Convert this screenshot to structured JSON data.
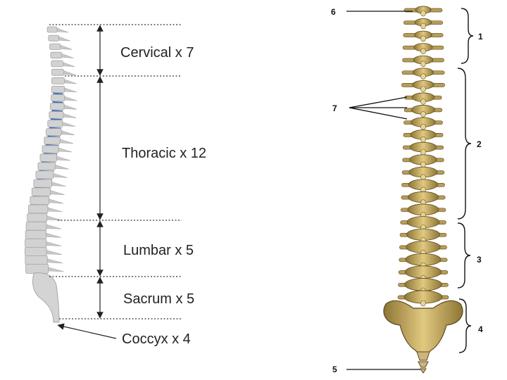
{
  "left_diagram": {
    "regions": [
      {
        "label": "Cervical x 7"
      },
      {
        "label": "Thoracic x 12"
      },
      {
        "label": "Lumbar x 5"
      },
      {
        "label": "Sacrum x 5"
      },
      {
        "label": "Coccyx x 4"
      }
    ]
  },
  "right_diagram": {
    "callouts": [
      "6",
      "7",
      "1",
      "2",
      "3",
      "4",
      "5"
    ]
  },
  "colors": {
    "bone_gray": "#c9c9c9",
    "disc_blue": "#3d6fc2",
    "bone_yellow": "#c8ac66",
    "bone_dark": "#6b5627"
  }
}
